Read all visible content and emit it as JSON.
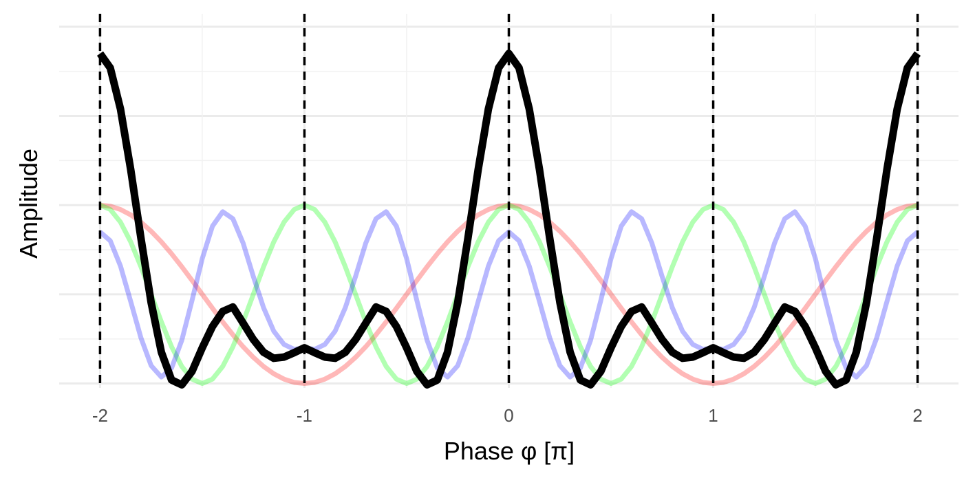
{
  "chart_data": {
    "type": "line",
    "xlabel": "Phase φ [π]",
    "ylabel": "Amplitude",
    "xlim": [
      -2.2,
      2.2
    ],
    "ylim": [
      -1.05,
      3.3
    ],
    "x_ticks": [
      -2,
      -1,
      0,
      1,
      2
    ],
    "x_tick_labels": [
      "-2",
      "-1",
      "0",
      "1",
      "2"
    ],
    "grid": true,
    "y_tick_labels_shown": false,
    "vertical_reference_lines_at": [
      -2,
      -1,
      0,
      1,
      2
    ],
    "x": [
      -2,
      -1.95,
      -1.9,
      -1.85,
      -1.8,
      -1.75,
      -1.7,
      -1.65,
      -1.6,
      -1.55,
      -1.5,
      -1.45,
      -1.4,
      -1.35,
      -1.3,
      -1.25,
      -1.2,
      -1.15,
      -1.1,
      -1.05,
      -1,
      -0.95,
      -0.9,
      -0.85,
      -0.8,
      -0.75,
      -0.7,
      -0.65,
      -0.6,
      -0.55,
      -0.5,
      -0.45,
      -0.4,
      -0.35,
      -0.3,
      -0.25,
      -0.2,
      -0.15,
      -0.1,
      -0.05,
      0,
      0.05,
      0.1,
      0.15,
      0.2,
      0.25,
      0.3,
      0.35,
      0.4,
      0.45,
      0.5,
      0.55,
      0.6,
      0.65,
      0.7,
      0.75,
      0.8,
      0.85,
      0.9,
      0.95,
      1,
      1.05,
      1.1,
      1.15,
      1.2,
      1.25,
      1.3,
      1.35,
      1.4,
      1.45,
      1.5,
      1.55,
      1.6,
      1.65,
      1.7,
      1.75,
      1.8,
      1.85,
      1.9,
      1.95,
      2
    ],
    "series": [
      {
        "color": "#ff0000",
        "opacity": 0.28,
        "stroke": 7,
        "values": [
          1,
          0.988,
          0.951,
          0.891,
          0.809,
          0.707,
          0.588,
          0.454,
          0.309,
          0.156,
          0,
          -0.156,
          -0.309,
          -0.454,
          -0.588,
          -0.707,
          -0.809,
          -0.891,
          -0.951,
          -0.988,
          -1,
          -0.988,
          -0.951,
          -0.891,
          -0.809,
          -0.707,
          -0.588,
          -0.454,
          -0.309,
          -0.156,
          0,
          0.156,
          0.309,
          0.454,
          0.588,
          0.707,
          0.809,
          0.891,
          0.951,
          0.988,
          1,
          0.988,
          0.951,
          0.891,
          0.809,
          0.707,
          0.588,
          0.454,
          0.309,
          0.156,
          0,
          -0.156,
          -0.309,
          -0.454,
          -0.588,
          -0.707,
          -0.809,
          -0.891,
          -0.951,
          -0.988,
          -1,
          -0.988,
          -0.951,
          -0.891,
          -0.809,
          -0.707,
          -0.588,
          -0.454,
          -0.309,
          -0.156,
          0,
          0.156,
          0.309,
          0.454,
          0.588,
          0.707,
          0.809,
          0.891,
          0.951,
          0.988,
          1
        ]
      },
      {
        "color": "#00ff00",
        "opacity": 0.3,
        "stroke": 7,
        "values": [
          1,
          0.951,
          0.809,
          0.588,
          0.309,
          0,
          -0.309,
          -0.588,
          -0.809,
          -0.951,
          -1,
          -0.951,
          -0.809,
          -0.588,
          -0.309,
          0,
          0.309,
          0.588,
          0.809,
          0.951,
          1,
          0.951,
          0.809,
          0.588,
          0.309,
          0,
          -0.309,
          -0.588,
          -0.809,
          -0.951,
          -1,
          -0.951,
          -0.809,
          -0.588,
          -0.309,
          0,
          0.309,
          0.588,
          0.809,
          0.951,
          1,
          0.951,
          0.809,
          0.588,
          0.309,
          0,
          -0.309,
          -0.588,
          -0.809,
          -0.951,
          -1,
          -0.951,
          -0.809,
          -0.588,
          -0.309,
          0,
          0.309,
          0.588,
          0.809,
          0.951,
          1,
          0.951,
          0.809,
          0.588,
          0.309,
          0,
          -0.309,
          -0.588,
          -0.809,
          -0.951,
          -1,
          -0.951,
          -0.809,
          -0.588,
          -0.309,
          0,
          0.309,
          0.588,
          0.809,
          0.951,
          1
        ]
      },
      {
        "color": "#0000ff",
        "opacity": 0.28,
        "stroke": 7,
        "values": [
          0.7,
          0.6,
          0.317,
          -0.081,
          -0.488,
          -0.8,
          -0.928,
          -0.827,
          -0.515,
          -0.069,
          0.4,
          0.764,
          0.926,
          0.847,
          0.574,
          0.2,
          -0.15,
          -0.414,
          -0.562,
          -0.617,
          -0.6,
          -0.617,
          -0.562,
          -0.414,
          -0.15,
          0.2,
          0.574,
          0.847,
          0.926,
          0.764,
          0.4,
          -0.069,
          -0.515,
          -0.827,
          -0.928,
          -0.8,
          -0.488,
          -0.081,
          0.317,
          0.6,
          0.7,
          0.6,
          0.317,
          -0.081,
          -0.488,
          -0.8,
          -0.928,
          -0.827,
          -0.515,
          -0.069,
          0.4,
          0.764,
          0.926,
          0.847,
          0.574,
          0.2,
          -0.15,
          -0.414,
          -0.562,
          -0.617,
          -0.6,
          -0.617,
          -0.562,
          -0.414,
          -0.15,
          0.2,
          0.574,
          0.847,
          0.926,
          0.764,
          0.4,
          -0.069,
          -0.515,
          -0.827,
          -0.928,
          -0.8,
          -0.488,
          -0.081,
          0.317,
          0.6,
          0.7
        ]
      },
      {
        "color": "#000000",
        "opacity": 1,
        "stroke": 11,
        "values": [
          2.7,
          2.539,
          2.077,
          1.398,
          0.63,
          -0.093,
          -0.649,
          -0.961,
          -1.015,
          -0.864,
          -0.6,
          -0.361,
          -0.192,
          -0.142,
          -0.323,
          -0.507,
          -0.65,
          -0.717,
          -0.704,
          -0.654,
          -0.6,
          -0.654,
          -0.704,
          -0.717,
          -0.65,
          -0.507,
          -0.323,
          -0.142,
          -0.192,
          -0.361,
          -0.6,
          -0.864,
          -1.015,
          -0.961,
          -0.649,
          -0.093,
          0.63,
          1.398,
          2.077,
          2.539,
          2.7,
          2.539,
          2.077,
          1.398,
          0.63,
          -0.093,
          -0.649,
          -0.961,
          -1.015,
          -0.864,
          -0.6,
          -0.361,
          -0.192,
          -0.142,
          -0.323,
          -0.507,
          -0.65,
          -0.717,
          -0.704,
          -0.654,
          -0.6,
          -0.654,
          -0.704,
          -0.717,
          -0.65,
          -0.507,
          -0.323,
          -0.142,
          -0.192,
          -0.361,
          -0.6,
          -0.864,
          -1.015,
          -0.961,
          -0.649,
          -0.093,
          0.63,
          1.398,
          2.077,
          2.539,
          2.7
        ]
      }
    ]
  }
}
